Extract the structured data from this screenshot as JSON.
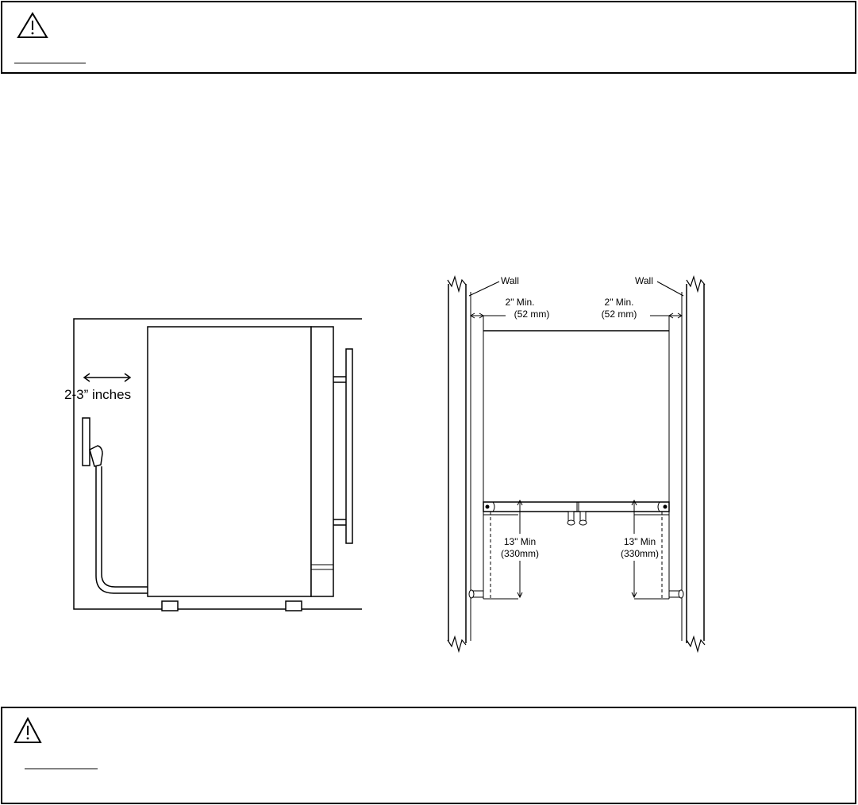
{
  "warning_top": {
    "icon": "warning-triangle-icon"
  },
  "warning_bottom": {
    "icon": "warning-triangle-icon"
  },
  "side_view": {
    "clearance_label": "2-3” inches"
  },
  "front_view": {
    "wall_left_label": "Wall",
    "wall_right_label": "Wall",
    "gap_left_label": "2\" Min.",
    "gap_left_metric": "(52 mm)",
    "gap_right_label": "2\" Min.",
    "gap_right_metric": "(52 mm)",
    "height_left_label": "13\" Min",
    "height_left_metric": "(330mm)",
    "height_right_label": "13\" Min",
    "height_right_metric": "(330mm)"
  },
  "colors": {
    "ink": "#000000",
    "paper": "#ffffff"
  }
}
